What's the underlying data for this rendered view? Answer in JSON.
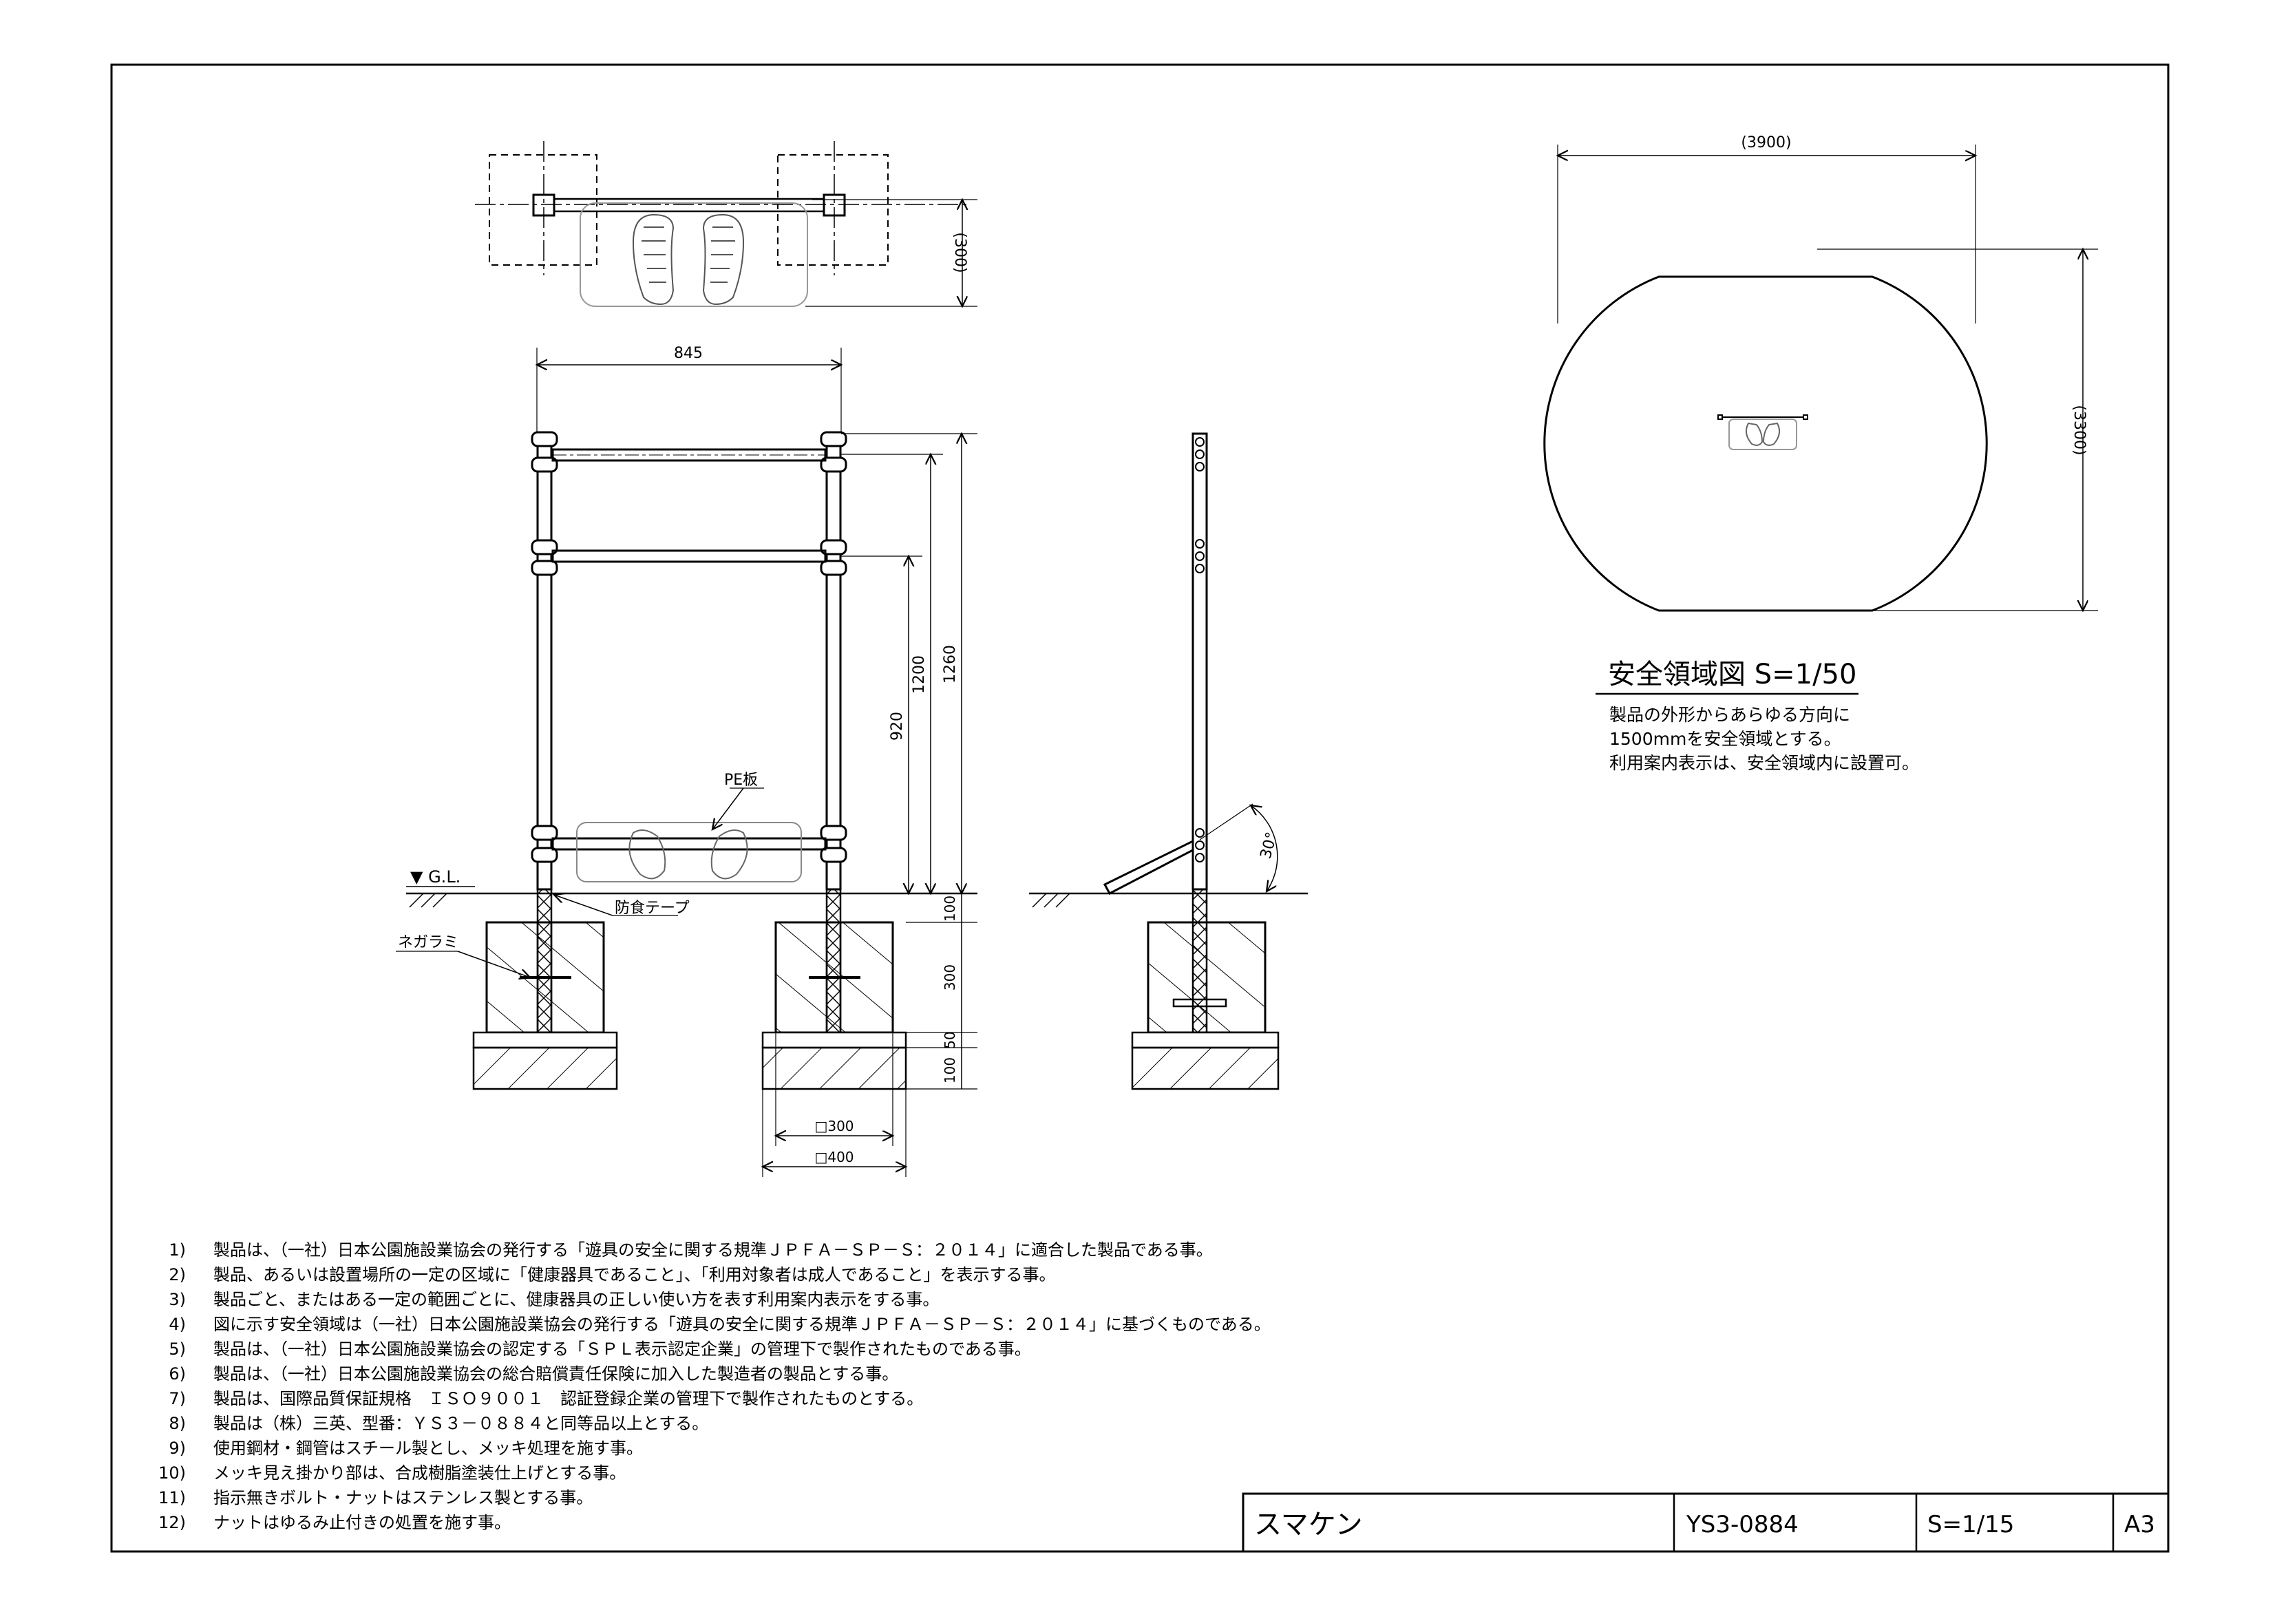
{
  "dims": {
    "top_width": "(3900)",
    "top_height": "(3300)",
    "plan_depth": "(300)",
    "width_845": "845",
    "h_1260": "1260",
    "h_1200": "1200",
    "h_920": "920",
    "depth_100": "100",
    "depth_300": "300",
    "depth_50": "50",
    "depth_100b": "100",
    "base_300": "□300",
    "base_400": "□400",
    "angle": "30°"
  },
  "labels": {
    "pe_board": "PE板",
    "gl": "▼ G.L.",
    "anticorrosion_tape": "防食テープ",
    "negarami": "ネガラミ"
  },
  "safety": {
    "title": "安全領域図 S=1/50",
    "lines": [
      "製品の外形からあらゆる方向に",
      "1500mmを安全領域とする。",
      "利用案内表示は、安全領域内に設置可。"
    ]
  },
  "notes": [
    {
      "num": "1)",
      "text": "製品は、（一社）日本公園施設業協会の発行する「遊具の安全に関する規準ＪＰＦＡ－ＳＰ－Ｓ：２０１４」に適合した製品である事。"
    },
    {
      "num": "2)",
      "text": "製品、あるいは設置場所の一定の区域に「健康器具であること」、「利用対象者は成人であること」を表示する事。"
    },
    {
      "num": "3)",
      "text": "製品ごと、またはある一定の範囲ごとに、健康器具の正しい使い方を表す利用案内表示をする事。"
    },
    {
      "num": "4)",
      "text": "図に示す安全領域は（一社）日本公園施設業協会の発行する「遊具の安全に関する規準ＪＰＦＡ－ＳＰ－Ｓ：２０１４」に基づくものである。"
    },
    {
      "num": "5)",
      "text": "製品は、（一社）日本公園施設業協会の認定する「ＳＰＬ表示認定企業」の管理下で製作されたものである事。"
    },
    {
      "num": "6)",
      "text": "製品は、（一社）日本公園施設業協会の総合賠償責任保険に加入した製造者の製品とする事。"
    },
    {
      "num": "7)",
      "text": "製品は、国際品質保証規格　ＩＳＯ９００１　認証登録企業の管理下で製作されたものとする。"
    },
    {
      "num": "8)",
      "text": "製品は（株）三英、型番：ＹＳ３－０８８４と同等品以上とする。"
    },
    {
      "num": "9)",
      "text": "使用鋼材・鋼管はスチール製とし、メッキ処理を施す事。"
    },
    {
      "num": "10)",
      "text": "メッキ見え掛かり部は、合成樹脂塗装仕上げとする事。"
    },
    {
      "num": "11)",
      "text": "指示無きボルト・ナットはステンレス製とする事。"
    },
    {
      "num": "12)",
      "text": "ナットはゆるみ止付きの処置を施す事。"
    }
  ],
  "title_block": {
    "name": "スマケン",
    "model": "YS3-0884",
    "scale": "S=1/15",
    "paper": "A3"
  }
}
